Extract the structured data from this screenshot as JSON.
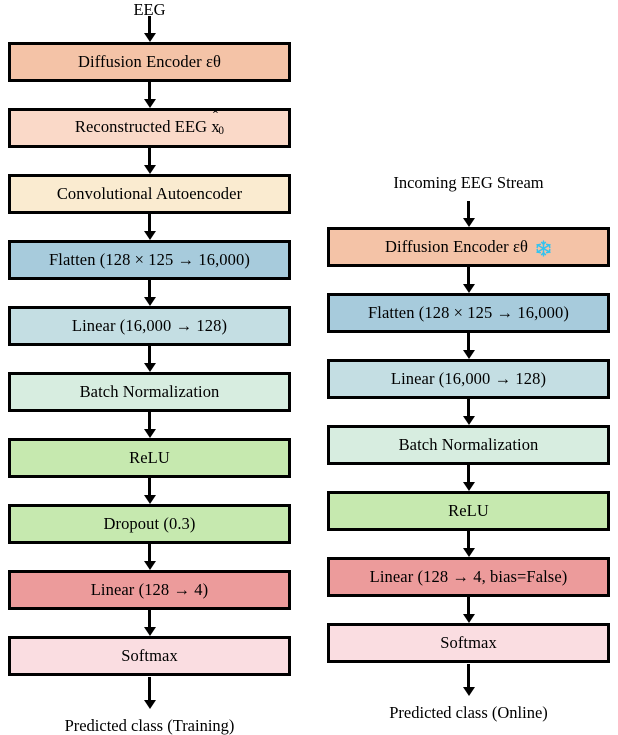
{
  "figure": {
    "title": "EEG diffusion-encoder classification pipeline (training vs. online)",
    "colors": {
      "diffusion_encoder": "#F4C3A7",
      "reconstructed_eeg": "#FAD9C8",
      "conv_autoencoder": "#FAEBD0",
      "flatten": "#A7CBDC",
      "linear_1": "#C4DEE3",
      "batch_norm": "#D7EDE0",
      "relu": "#C6E9AF",
      "dropout": "#C6E9AF",
      "linear_out": "#EC9B9B",
      "softmax": "#FADDE1",
      "border": "#000000",
      "snowflake": "#33C3F0",
      "background": "#FFFFFF"
    }
  },
  "left_column": {
    "name": "training-pipeline",
    "input_label": "EEG",
    "output_label": "Predicted class (Training)",
    "nodes": [
      {
        "id": "diffusion-encoder",
        "label": "Diffusion Encoder εθ",
        "color": "#F4C3A7",
        "frozen": false
      },
      {
        "id": "reconstructed-eeg",
        "label": "Reconstructed EEG  x̂₀",
        "color": "#FAD9C8",
        "frozen": false
      },
      {
        "id": "conv-autoencoder",
        "label": "Convolutional Autoencoder",
        "color": "#FAEBD0",
        "frozen": false
      },
      {
        "id": "flatten",
        "label": "Flatten (128 × 125 → 16,000)",
        "color": "#A7CBDC",
        "frozen": false
      },
      {
        "id": "linear-16000-128",
        "label": "Linear (16,000 → 128)",
        "color": "#C4DEE3",
        "frozen": false
      },
      {
        "id": "batch-normalization",
        "label": "Batch Normalization",
        "color": "#D7EDE0",
        "frozen": false
      },
      {
        "id": "relu",
        "label": "ReLU",
        "color": "#C6E9AF",
        "frozen": false
      },
      {
        "id": "dropout",
        "label": "Dropout (0.3)",
        "color": "#C6E9AF",
        "frozen": false
      },
      {
        "id": "linear-128-4",
        "label": "Linear (128 → 4)",
        "color": "#EC9B9B",
        "frozen": false
      },
      {
        "id": "softmax",
        "label": "Softmax",
        "color": "#FADDE1",
        "frozen": false
      }
    ]
  },
  "right_column": {
    "name": "online-pipeline",
    "input_label": "Incoming EEG Stream",
    "output_label": "Predicted class (Online)",
    "nodes": [
      {
        "id": "diffusion-encoder-frozen",
        "label": "Diffusion Encoder εθ",
        "color": "#F4C3A7",
        "frozen": true
      },
      {
        "id": "flatten",
        "label": "Flatten (128 × 125 → 16,000)",
        "color": "#A7CBDC",
        "frozen": false
      },
      {
        "id": "linear-16000-128",
        "label": "Linear (16,000 → 128)",
        "color": "#C4DEE3",
        "frozen": false
      },
      {
        "id": "batch-normalization",
        "label": "Batch Normalization",
        "color": "#D7EDE0",
        "frozen": false
      },
      {
        "id": "relu",
        "label": "ReLU",
        "color": "#C6E9AF",
        "frozen": false
      },
      {
        "id": "linear-128-4-nobias",
        "label": "Linear (128 → 4, bias=False)",
        "color": "#EC9B9B",
        "frozen": false
      },
      {
        "id": "softmax",
        "label": "Softmax",
        "color": "#FADDE1",
        "frozen": false
      }
    ]
  }
}
